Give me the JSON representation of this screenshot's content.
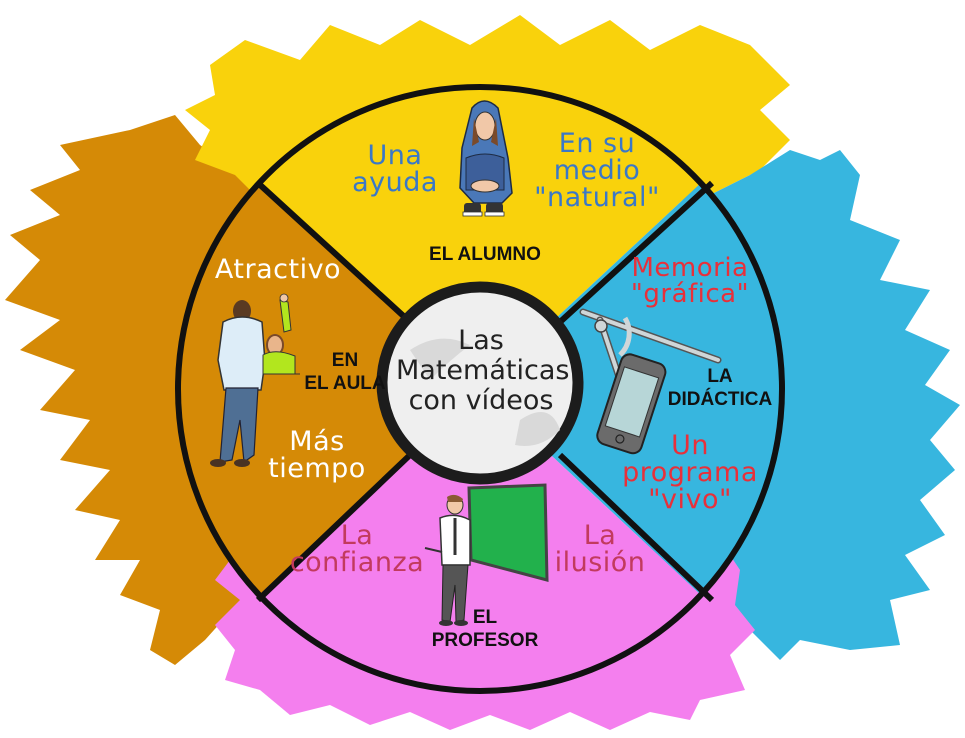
{
  "center": {
    "title": "Las\nMatemáticas\ncon vídeos"
  },
  "quadrants": {
    "top": {
      "caption": "EL ALUMNO",
      "left_note": "Una\nayuda",
      "right_note": "En su\nmedio\n\"natural\"",
      "color": "#F9D20C",
      "note_color": "#3A78C8",
      "illustration": "hooded-student-icon"
    },
    "right": {
      "caption": "LA\nDIDÁCTICA",
      "top_note": "Memoria\n\"gráfica\"",
      "bottom_note": "Un\nprograma\n\"vivo\"",
      "color": "#37B6DF",
      "note_color": "#E8303A",
      "illustration": "compass-and-smartphone-icon"
    },
    "bottom": {
      "caption": "EL\nPROFESOR",
      "left_note": "La\nconfianza",
      "right_note": "La\nilusión",
      "color": "#F47FEE",
      "note_color": "#C23A5E",
      "illustration": "teacher-at-blackboard-icon"
    },
    "left": {
      "caption": "EN\nEL AULA",
      "top_note": "Atractivo",
      "bottom_note": "Más\ntiempo",
      "color": "#D58A06",
      "note_color": "#FFFFFF",
      "illustration": "teacher-and-raised-hand-student-icon"
    }
  },
  "colors": {
    "outline": "#111111",
    "center_fill": "#EFEFEF"
  }
}
